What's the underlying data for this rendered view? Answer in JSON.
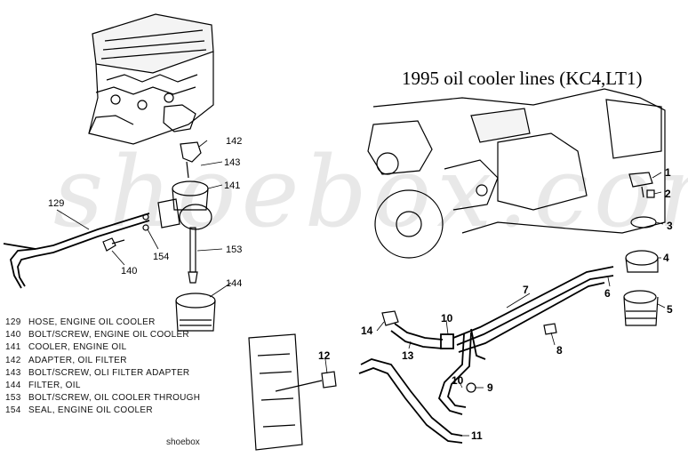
{
  "title": "1995 oil cooler lines (KC4,LT1)",
  "watermark": "shoebox.com",
  "credit": "shoebox",
  "legend": [
    {
      "num": "129",
      "desc": "HOSE, ENGINE OIL COOLER"
    },
    {
      "num": "140",
      "desc": "BOLT/SCREW, ENGINE OIL COOLER"
    },
    {
      "num": "141",
      "desc": "COOLER, ENGINE OIL"
    },
    {
      "num": "142",
      "desc": "ADAPTER, OIL FILTER"
    },
    {
      "num": "143",
      "desc": "BOLT/SCREW, OLI FILTER ADAPTER"
    },
    {
      "num": "144",
      "desc": "FILTER, OIL"
    },
    {
      "num": "153",
      "desc": "BOLT/SCREW, OIL COOLER THROUGH"
    },
    {
      "num": "154",
      "desc": "SEAL, ENGINE OIL COOLER"
    }
  ],
  "callouts_left": {
    "c129": "129",
    "c140": "140",
    "c141": "141",
    "c142": "142",
    "c143": "143",
    "c144": "144",
    "c153": "153",
    "c154": "154"
  },
  "callouts_right": {
    "c1": "1",
    "c2": "2",
    "c3": "3",
    "c4": "4",
    "c5": "5",
    "c6": "6",
    "c7": "7",
    "c8": "8",
    "c9": "9",
    "c10a": "10",
    "c10b": "10",
    "c11": "11",
    "c12": "12",
    "c13": "13",
    "c14": "14"
  }
}
